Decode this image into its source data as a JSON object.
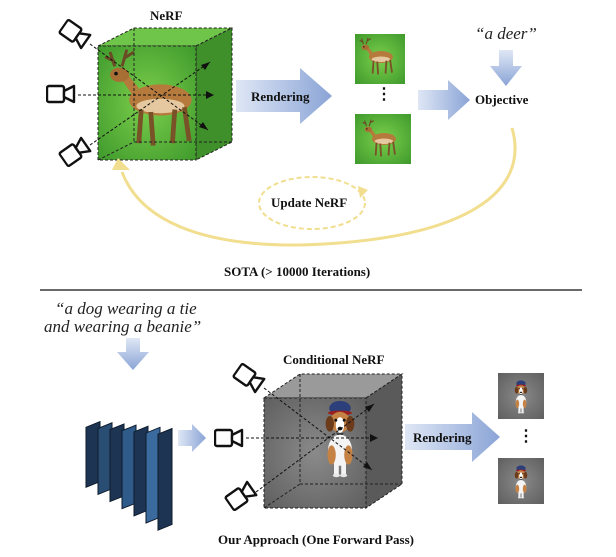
{
  "top": {
    "nerf_label": "NeRF",
    "prompt": "“a deer”",
    "rendering_label": "Rendering",
    "dots": "⋮",
    "objective_label": "Objective",
    "update_label": "Update NeRF",
    "caption": "SOTA (> 10000 Iterations)"
  },
  "bottom": {
    "prompt_line1": "“a dog wearing a tie",
    "prompt_line2": "and wearing a beanie”",
    "cnerf_label": "Conditional NeRF",
    "rendering_label": "Rendering",
    "dots": "⋮",
    "caption": "Our Approach (One Forward Pass)"
  },
  "colors": {
    "arrow_blue": "#8fa8d8",
    "loop_yellow": "#f1de8f",
    "cube_green": "#63b83e",
    "cube_gray": "#7a7a7a",
    "layer_blue": "#2f5b8a"
  },
  "icons": [
    "camera-icon",
    "deer-image",
    "dog-image",
    "text-encoder-stack-icon"
  ]
}
